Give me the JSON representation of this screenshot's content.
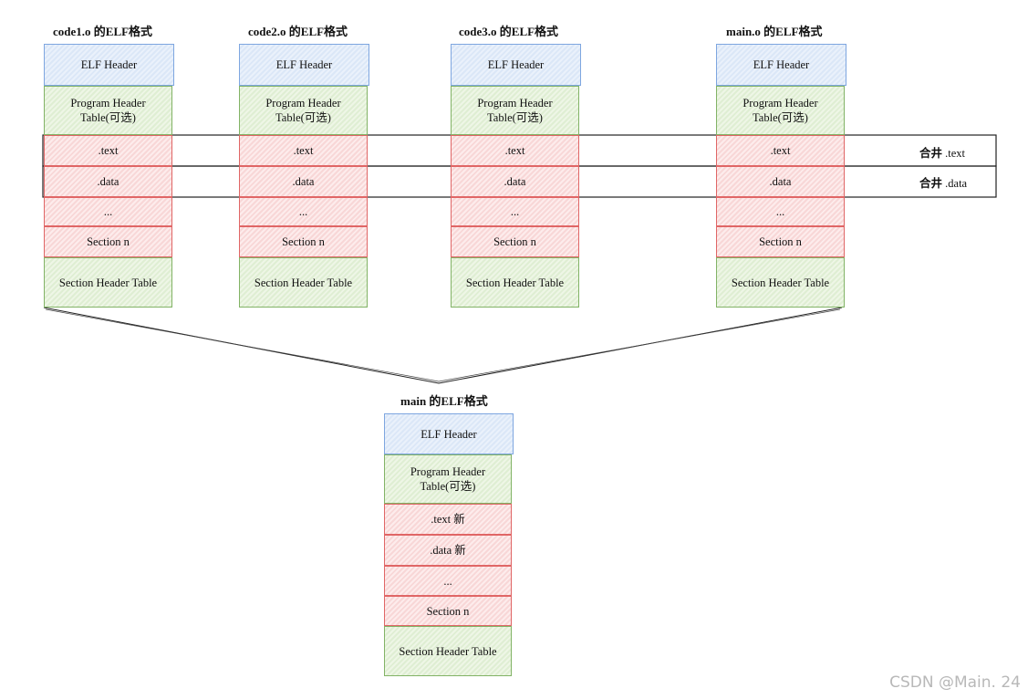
{
  "stacks": [
    {
      "title": "code1.o 的ELF格式",
      "cells": {
        "elf_header": "ELF Header",
        "program_header": "Program Header Table(可选)",
        "text": ".text",
        "data": ".data",
        "ellipsis": "...",
        "section_n": "Section n",
        "section_header_table": "Section Header Table"
      }
    },
    {
      "title": "code2.o 的ELF格式",
      "cells": {
        "elf_header": "ELF Header",
        "program_header": "Program Header Table(可选)",
        "text": ".text",
        "data": ".data",
        "ellipsis": "...",
        "section_n": "Section n",
        "section_header_table": "Section Header Table"
      }
    },
    {
      "title": "code3.o 的ELF格式",
      "cells": {
        "elf_header": "ELF Header",
        "program_header": "Program Header Table(可选)",
        "text": ".text",
        "data": ".data",
        "ellipsis": "...",
        "section_n": "Section n",
        "section_header_table": "Section Header Table"
      }
    },
    {
      "title": "main.o 的ELF格式",
      "cells": {
        "elf_header": "ELF Header",
        "program_header": "Program Header Table(可选)",
        "text": ".text",
        "data": ".data",
        "ellipsis": "...",
        "section_n": "Section n",
        "section_header_table": "Section Header Table"
      }
    }
  ],
  "merge_labels": {
    "text_bold": "合井",
    "text_name": ".text",
    "data_bold": "合井",
    "data_name": ".data"
  },
  "result": {
    "title": "main 的ELF格式",
    "cells": {
      "elf_header": "ELF Header",
      "program_header": "Program Header Table(可选)",
      "text": ".text 新",
      "data": ".data 新",
      "ellipsis": "...",
      "section_n": "Section n",
      "section_header_table": "Section Header Table"
    }
  },
  "watermark": "CSDN @Main. 24",
  "colors": {
    "header_blue": "#7ea6e0",
    "program_green": "#82b366",
    "section_red": "#e06666"
  }
}
